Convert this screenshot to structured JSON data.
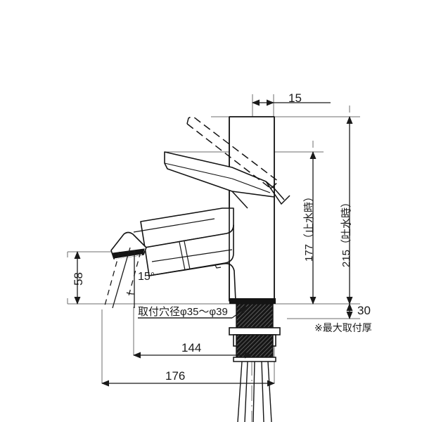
{
  "drawing": {
    "title": "faucet-dimension-drawing",
    "product": "single-lever-pull-out-faucet",
    "background_color": "#ffffff",
    "line_color": "#1a1a1a",
    "thin_line_color": "#555555",
    "hatch_color": "#111111"
  },
  "dimensions": {
    "spout_offset_top": "15",
    "height_water_off": "177（止水時）",
    "height_water_on": "215（吐水時）",
    "spray_head_height": "58",
    "spray_angle": "15°",
    "max_mounting_thickness": "30",
    "reach_inner": "144",
    "reach_outer": "176"
  },
  "notes": {
    "mounting_hole": "取付穴径φ35〜φ39",
    "max_thickness_note": "※最大取付厚"
  },
  "labels": {
    "dim_15": "15",
    "dim_177": "177（止水時）",
    "dim_215": "215（吐水時）",
    "dim_58": "58",
    "dim_angle": "15°",
    "dim_30": "30",
    "dim_144": "144",
    "dim_176": "176",
    "note_hole": "取付穴径φ35〜φ39",
    "note_thickness": "※最大取付厚"
  }
}
